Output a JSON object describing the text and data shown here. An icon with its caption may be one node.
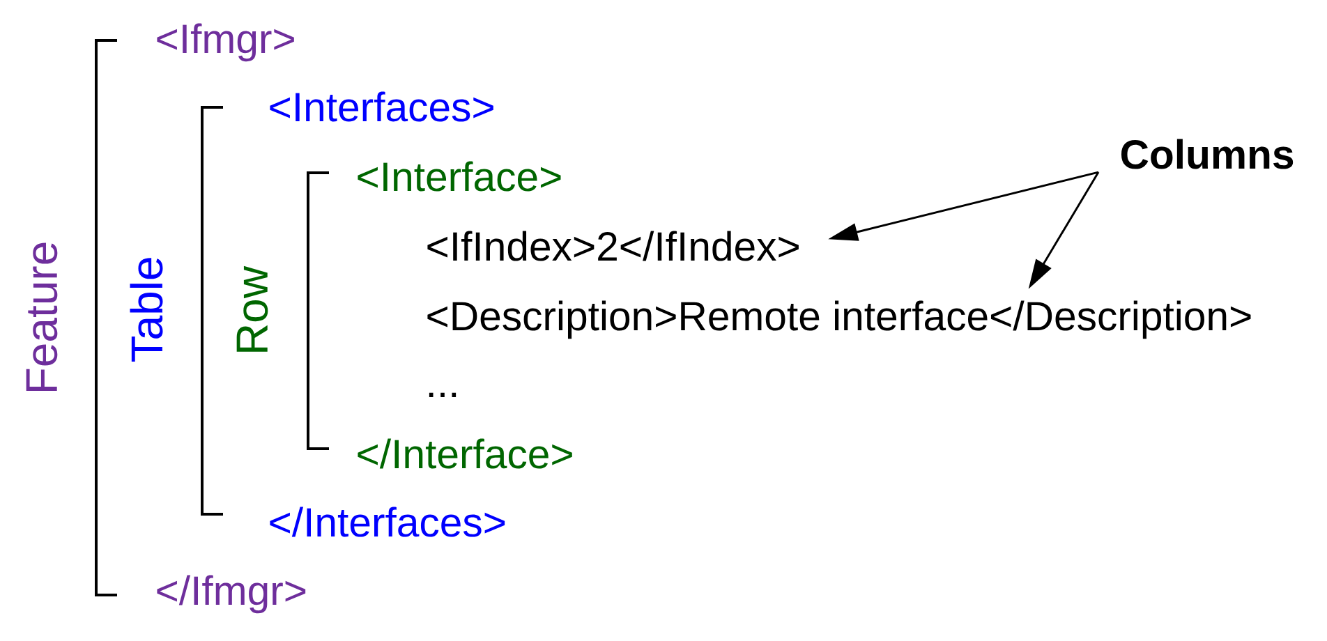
{
  "diagram": {
    "nodes": [
      {
        "text": [
          "Columns"
        ]
      },
      {
        "text": [
          "<IfIndex>2</IfIndex>"
        ]
      },
      {
        "text": [
          "<Description>Remote interface</Description>"
        ]
      }
    ],
    "edges": [
      {
        "from": 0,
        "to": 1,
        "arrow": "to"
      },
      {
        "from": 0,
        "to": 2,
        "arrow": "to"
      }
    ],
    "labels": [
      "<Ifmgr>",
      "<Interfaces>",
      "<Interface>",
      "Feature",
      "Table",
      "Row",
      "...",
      "</Interface>",
      "</Interfaces>",
      "</Ifmgr>"
    ]
  }
}
